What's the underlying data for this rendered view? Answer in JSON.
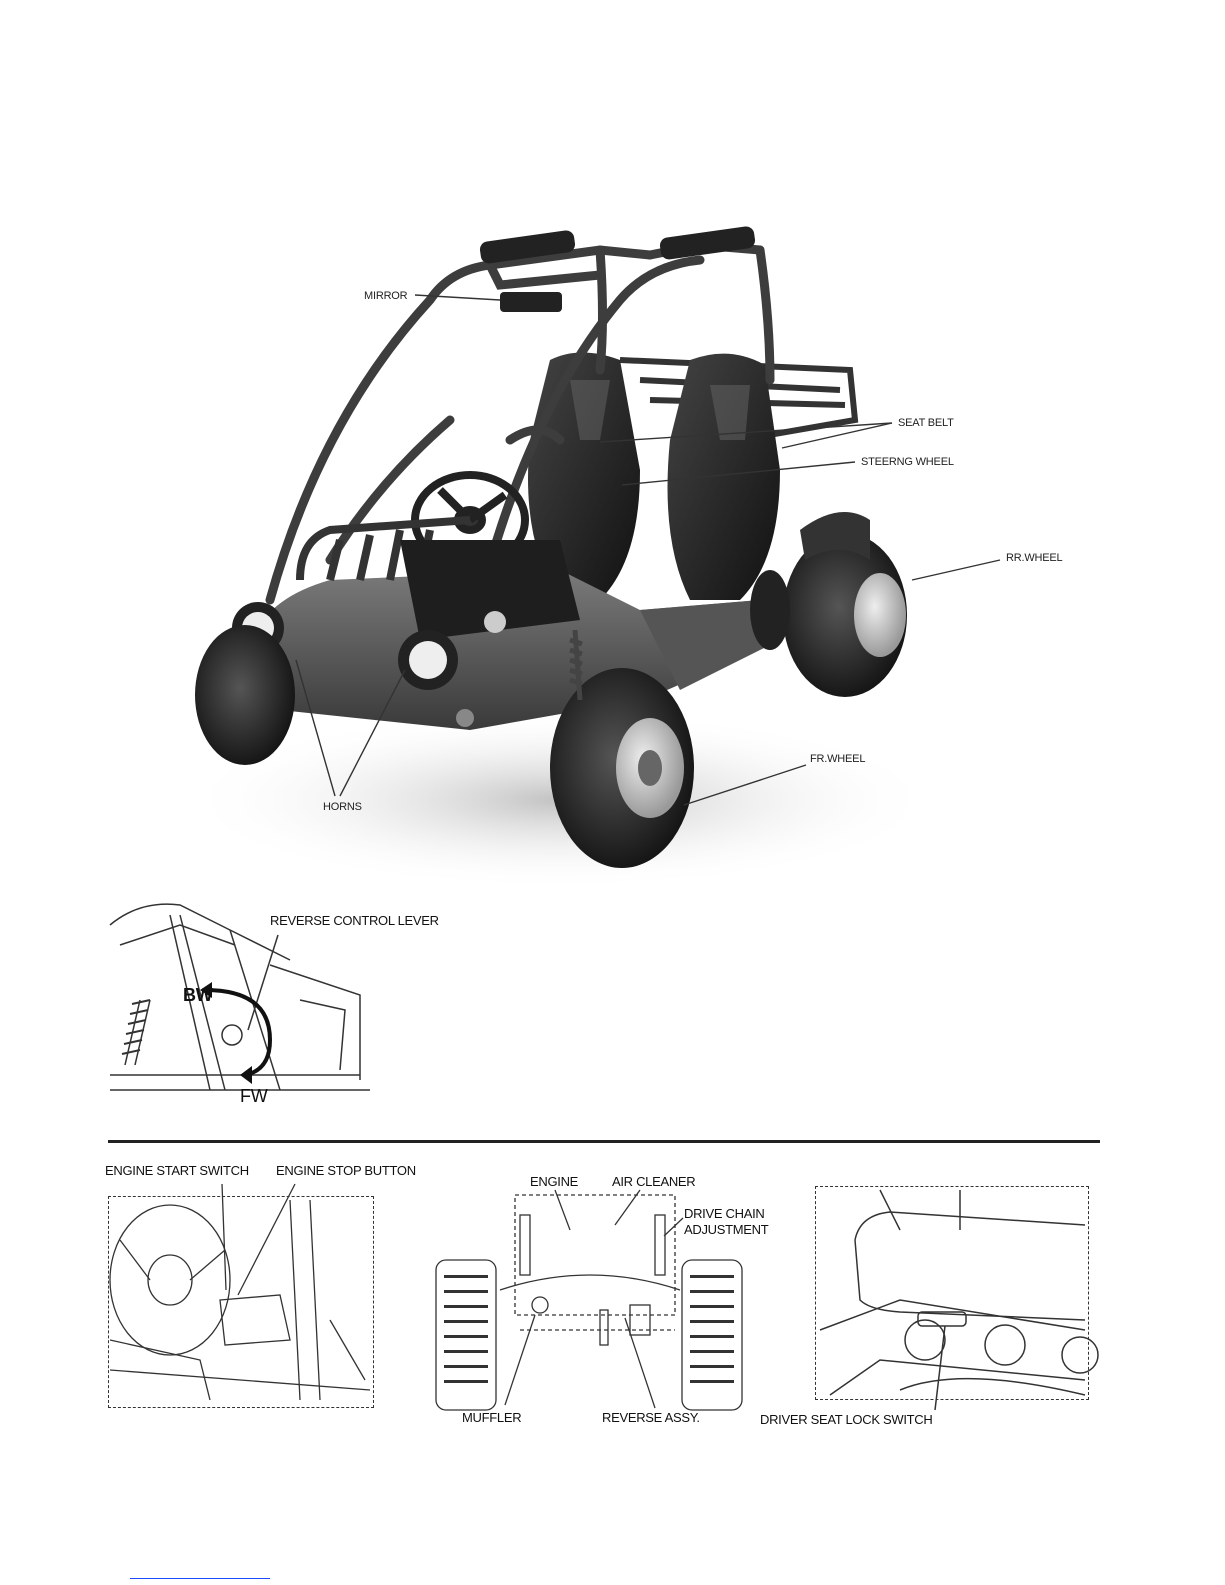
{
  "main_illustration": {
    "labels": {
      "mirror": "MIRROR",
      "seat_belt": "SEAT BELT",
      "steering_wheel": "STEERNG WHEEL",
      "rr_wheel": "RR.WHEEL",
      "fr_wheel": "FR.WHEEL",
      "horns": "HORNS"
    }
  },
  "reverse_diagram": {
    "title": "REVERSE CONTROL LEVER",
    "bw": "BW",
    "fw": "FW"
  },
  "bottom_diagrams": {
    "engine_start_switch": "ENGINE START SWITCH",
    "engine_stop_button": "ENGINE STOP BUTTON",
    "engine": "ENGINE",
    "air_cleaner": "AIR CLEANER",
    "drive_chain_line1": "DRIVE CHAIN",
    "drive_chain_line2": "ADJUSTMENT",
    "muffler": "MUFFLER",
    "reverse_assy": "REVERSE ASSY.",
    "driver_seat_lock_switch": "DRIVER SEAT LOCK SWITCH"
  }
}
